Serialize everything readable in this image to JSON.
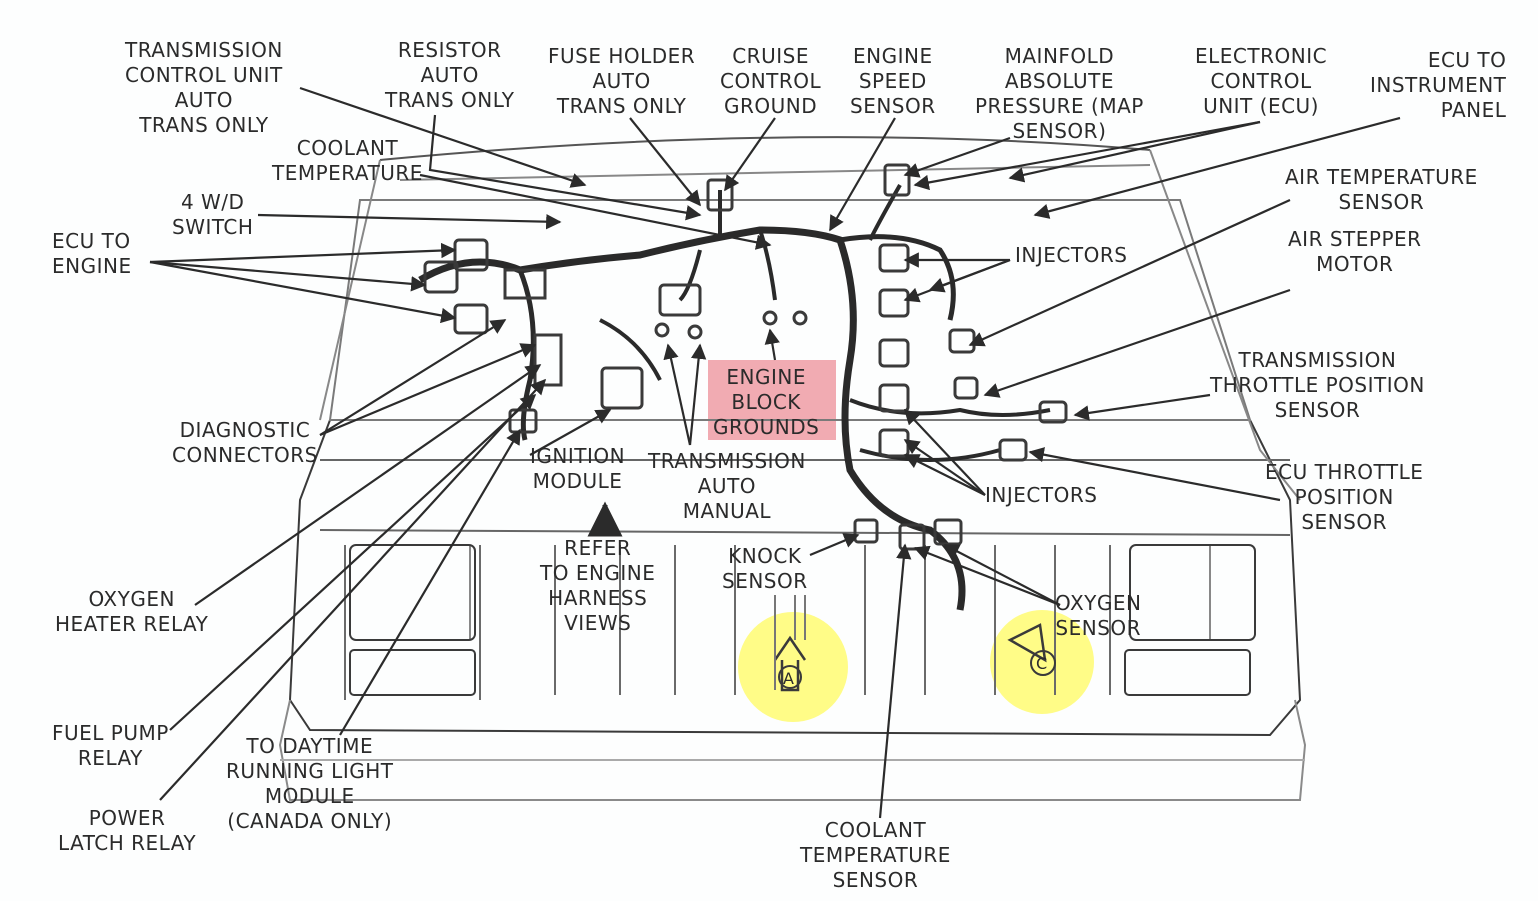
{
  "labels": {
    "transmission_control_unit": "TRANSMISSION\nCONTROL UNIT\nAUTO\nTRANS ONLY",
    "resistor_auto_trans_only": "RESISTOR\nAUTO\nTRANS ONLY",
    "fuse_holder_auto_trans_only": "FUSE HOLDER\nAUTO\nTRANS ONLY",
    "cruise_control_ground": "CRUISE\nCONTROL\nGROUND",
    "engine_speed_sensor": "ENGINE\nSPEED\nSENSOR",
    "map_sensor": "MAINFOLD\nABSOLUTE\nPRESSURE (MAP\nSENSOR)",
    "electronic_control_unit": "ELECTRONIC\nCONTROL\nUNIT (ECU)",
    "ecu_to_instrument_panel": "ECU TO\nINSTRUMENT\nPANEL",
    "coolant_temperature": "COOLANT\nTEMPERATURE",
    "four_wd_switch": "4 W/D\nSWITCH",
    "ecu_to_engine": "ECU TO\nENGINE",
    "air_temperature_sensor": "AIR TEMPERATURE\nSENSOR",
    "air_stepper_motor": "AIR STEPPER\nMOTOR",
    "injectors": "INJECTORS",
    "transmission_throttle_position_sensor": "TRANSMISSION\nTHROTTLE POSITION\nSENSOR",
    "engine_block_grounds": "ENGINE\nBLOCK\nGROUNDS",
    "diagnostic_connectors": "DIAGNOSTIC\nCONNECTORS",
    "ignition_module": "IGNITION\nMODULE",
    "transmission_auto_manual": "TRANSMISSION\nAUTO\nMANUAL",
    "ecu_throttle_position_sensor": "ECU THROTTLE\nPOSITION\nSENSOR",
    "refer_to_engine_harness_views": "REFER\nTO ENGINE\nHARNESS\nVIEWS",
    "knock_sensor": "KNOCK\nSENSOR",
    "oxygen_heater_relay": "OXYGEN\nHEATER RELAY",
    "oxygen_sensor": "OXYGEN\nSENSOR",
    "fuel_pump_relay": "FUEL PUMP\nRELAY",
    "daytime_running_light_module": "TO DAYTIME\nRUNNING LIGHT\nMODULE\n(CANADA ONLY)",
    "power_latch_relay": "POWER\nLATCH RELAY",
    "coolant_temperature_sensor": "COOLANT\nTEMPERATURE\nSENSOR",
    "view_a": "A",
    "view_c": "C"
  },
  "colors": {
    "highlight_grounds": "#ef9ca4",
    "highlight_views": "#fffb5f",
    "ink": "#2b2b2b"
  }
}
